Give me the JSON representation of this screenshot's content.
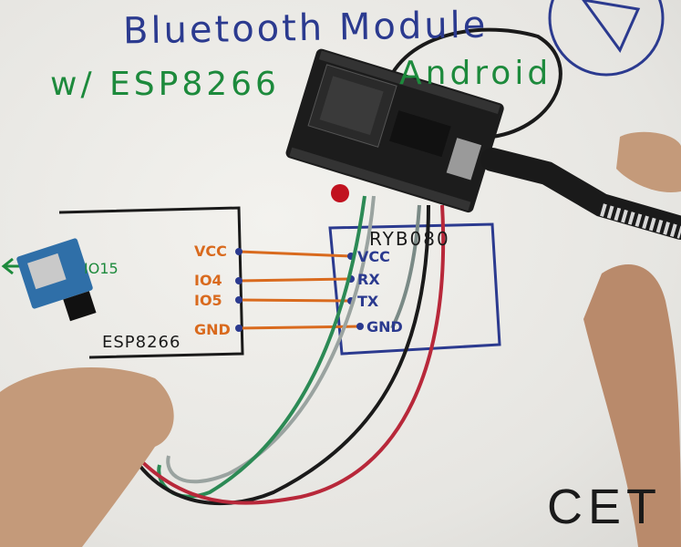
{
  "drawing": {
    "title": "Bluetooth Module",
    "subtitle_left": "w/ ESP8266",
    "subtitle_right": "Android",
    "esp_box_label": "ESP8266",
    "bt_box_label": "RYB080",
    "esp_side_pin": "IO15",
    "esp_pins": [
      "VCC",
      "IO4",
      "IO5",
      "GND"
    ],
    "bt_pins": [
      "VCC",
      "RX",
      "TX",
      "GND"
    ],
    "corner_text": "CET"
  },
  "colors": {
    "title": "#2b3a8f",
    "subtitle": "#1d8a3c",
    "wire_lines": "#d96a1e",
    "bt_box": "#2b3a8f",
    "esp_box": "#1a1a1a"
  }
}
